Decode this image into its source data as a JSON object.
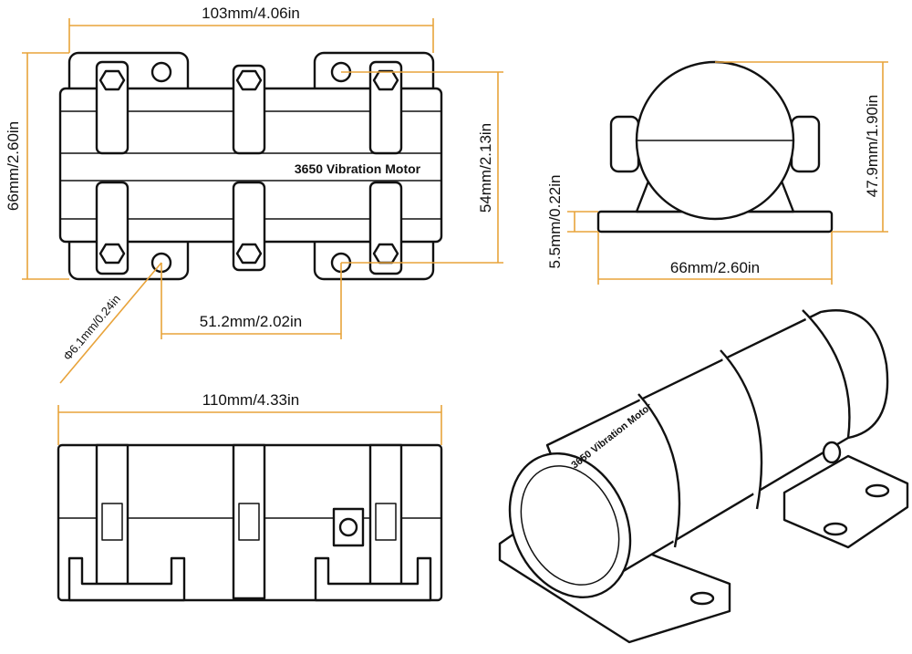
{
  "diagram": {
    "product_label": "3650 Vibration Motor",
    "top_view": {
      "width_label": "103mm/4.06in",
      "height_label": "66mm/2.60in",
      "hole_spacing_label": "54mm/2.13in",
      "hole_offset_label": "51.2mm/2.02in",
      "hole_diameter_label": "Φ6.1mm/0.24in"
    },
    "end_view": {
      "base_width_label": "66mm/2.60in",
      "base_thickness_label": "5.5mm/0.22in",
      "height_label": "47.9mm/1.90in"
    },
    "side_view": {
      "length_label": "110mm/4.33in"
    },
    "iso_view": {
      "product_label": "3650 Vibration Motor"
    },
    "colors": {
      "dimension_line": "#e8a33a",
      "outline": "#111111",
      "background": "#ffffff"
    }
  }
}
